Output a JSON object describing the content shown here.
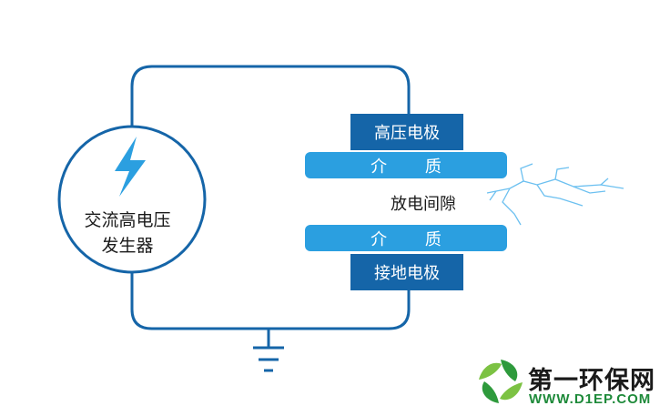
{
  "generator": {
    "line1": "交流高电压",
    "line2": "发生器",
    "icon": "lightning-bolt-icon"
  },
  "electrode_top": "高压电极",
  "dielectric_top": "介 质",
  "gap": "放电间隙",
  "dielectric_bottom": "介 质",
  "electrode_bottom": "接地电极",
  "logo": {
    "name": "第一环保网",
    "url": "WWW.D1EP.COM"
  },
  "colors": {
    "line": "#1565a8",
    "electrode": "#1565a8",
    "dielectric": "#2b9fe0",
    "spark": "#6cc0f0",
    "logo_green": "#2e9a3c"
  }
}
